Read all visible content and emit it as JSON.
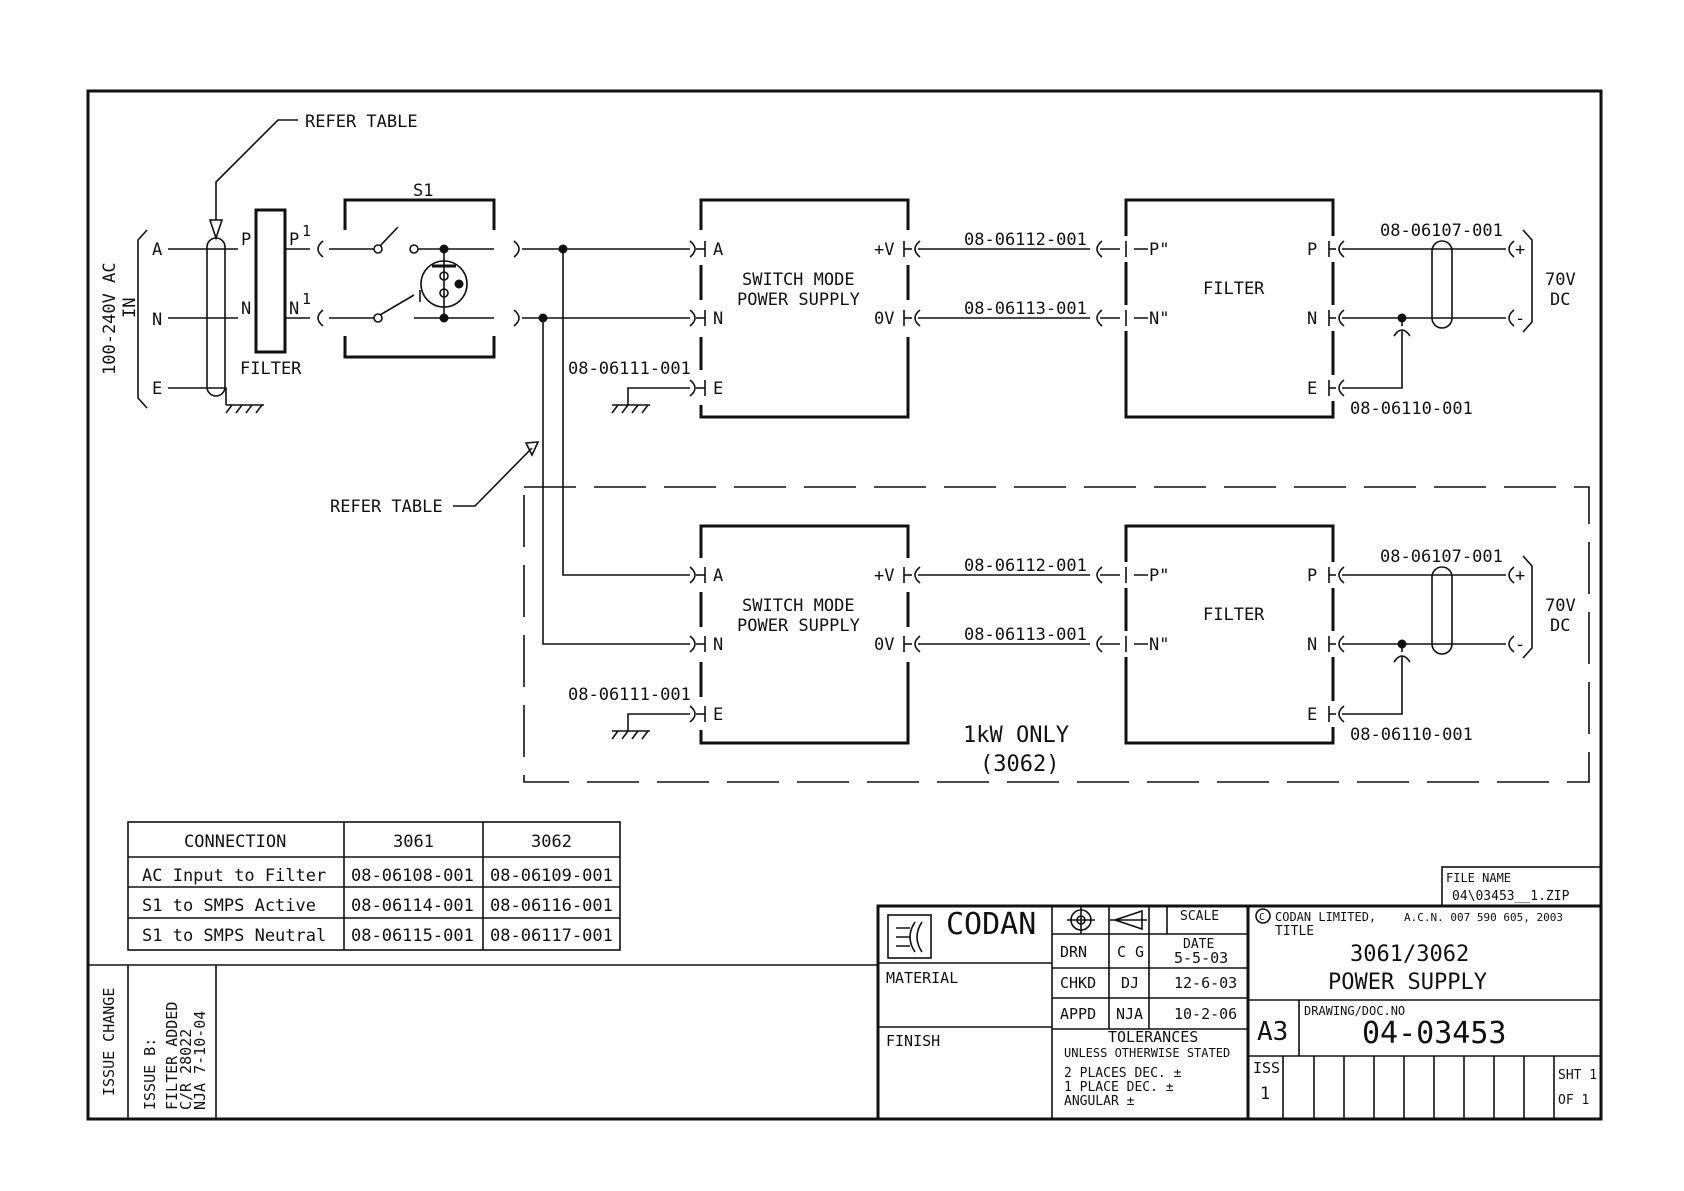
{
  "input": {
    "label": "100-240V AC",
    "label2": "IN",
    "terminals": [
      "A",
      "N",
      "E"
    ],
    "refer_table_top": "REFER TABLE",
    "refer_table_mid": "REFER TABLE"
  },
  "input_filter": {
    "label": "FILTER",
    "left_pins": [
      "P",
      "N"
    ],
    "right_pins": [
      "P",
      "N"
    ],
    "pin_superscript": "1"
  },
  "switch": {
    "label": "S1"
  },
  "earth_cable": "08-06111-001",
  "supply_1": {
    "psu_label_1": "SWITCH MODE",
    "psu_label_2": "POWER SUPPLY",
    "psu_in_pins": [
      "A",
      "N",
      "E"
    ],
    "psu_out_pins": [
      "+V",
      "0V"
    ],
    "cable_pos": "08-06112-001",
    "cable_neg": "08-06113-001",
    "filter_label": "FILTER",
    "filter_in_pins": [
      "P\"",
      "N\""
    ],
    "filter_out_pins": [
      "P",
      "N",
      "E"
    ],
    "out_cable": "08-06107-001",
    "earth_cable_out": "08-06110-001",
    "output_label_1": "70V",
    "output_label_2": "DC",
    "output_terms": [
      "+",
      "-"
    ]
  },
  "supply_2": {
    "psu_label_1": "SWITCH MODE",
    "psu_label_2": "POWER SUPPLY",
    "psu_in_pins": [
      "A",
      "N",
      "E"
    ],
    "psu_out_pins": [
      "+V",
      "0V"
    ],
    "cable_pos": "08-06112-001",
    "cable_neg": "08-06113-001",
    "filter_label": "FILTER",
    "filter_in_pins": [
      "P\"",
      "N\""
    ],
    "filter_out_pins": [
      "P",
      "N",
      "E"
    ],
    "out_cable": "08-06107-001",
    "earth_cable_out": "08-06110-001",
    "output_label_1": "70V",
    "output_label_2": "DC",
    "output_terms": [
      "+",
      "-"
    ],
    "option_note_1": "1kW ONLY",
    "option_note_2": "(3062)"
  },
  "connection_table": {
    "headers": [
      "CONNECTION",
      "3061",
      "3062"
    ],
    "rows": [
      [
        "AC Input to Filter",
        "08-06108-001",
        "08-06109-001"
      ],
      [
        "S1 to SMPS Active",
        "08-06114-001",
        "08-06116-001"
      ],
      [
        "S1 to SMPS Neutral",
        "08-06115-001",
        "08-06117-001"
      ]
    ]
  },
  "issue_log": {
    "heading": "ISSUE CHANGE",
    "entry_1": "ISSUE B:",
    "entry_2": "FILTER ADDED",
    "entry_3": "C/R 28022",
    "entry_4": "NJA 7-10-04"
  },
  "title_block": {
    "file_name_label": "FILE NAME",
    "file_name": "04\\03453__1.ZIP",
    "company": "CODAN",
    "material_label": "MATERIAL",
    "finish_label": "FINISH",
    "scale_label": "SCALE",
    "date_label": "DATE",
    "drn_label": "DRN",
    "drn_by": "C G",
    "drn_date": "5-5-03",
    "chkd_label": "CHKD",
    "chkd_by": "DJ",
    "chkd_date": "12-6-03",
    "appd_label": "APPD",
    "appd_by": "NJA",
    "appd_date": "10-2-06",
    "tolerances": "TOLERANCES",
    "tol_unless": "UNLESS OTHERWISE STATED",
    "tol_2dec": "2 PLACES DEC. ±",
    "tol_1dec": "1 PLACE DEC. ±",
    "tol_ang": "ANGULAR ±",
    "copyright_mark": "C",
    "copyright": "CODAN LIMITED,",
    "acn": "A.C.N. 007 590 605, 2003",
    "title_label": "TITLE",
    "title_1": "3061/3062",
    "title_2": "POWER SUPPLY",
    "sheet_size": "A3",
    "doc_no_label": "DRAWING/DOC.NO",
    "doc_no": "04-03453",
    "iss_label": "ISS",
    "iss": "1",
    "sht": "SHT 1",
    "of": "OF 1"
  }
}
